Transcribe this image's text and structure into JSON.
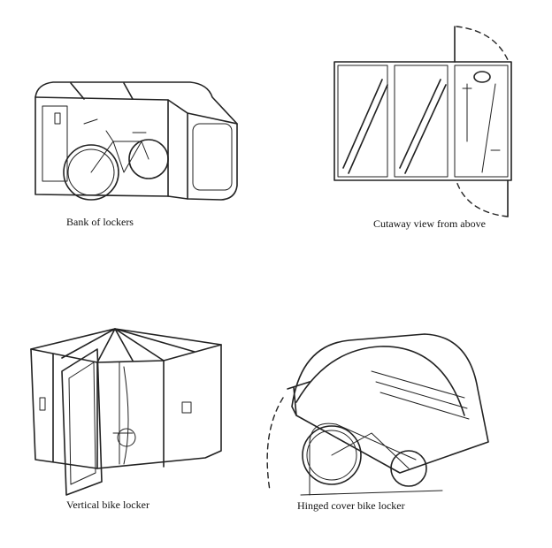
{
  "figures": [
    {
      "id": "bank",
      "caption": "Bank of lockers"
    },
    {
      "id": "cutaway",
      "caption": "Cutaway view from above"
    },
    {
      "id": "vertical",
      "caption": "Vertical bike locker"
    },
    {
      "id": "hinged",
      "caption": "Hinged cover bike locker"
    }
  ]
}
